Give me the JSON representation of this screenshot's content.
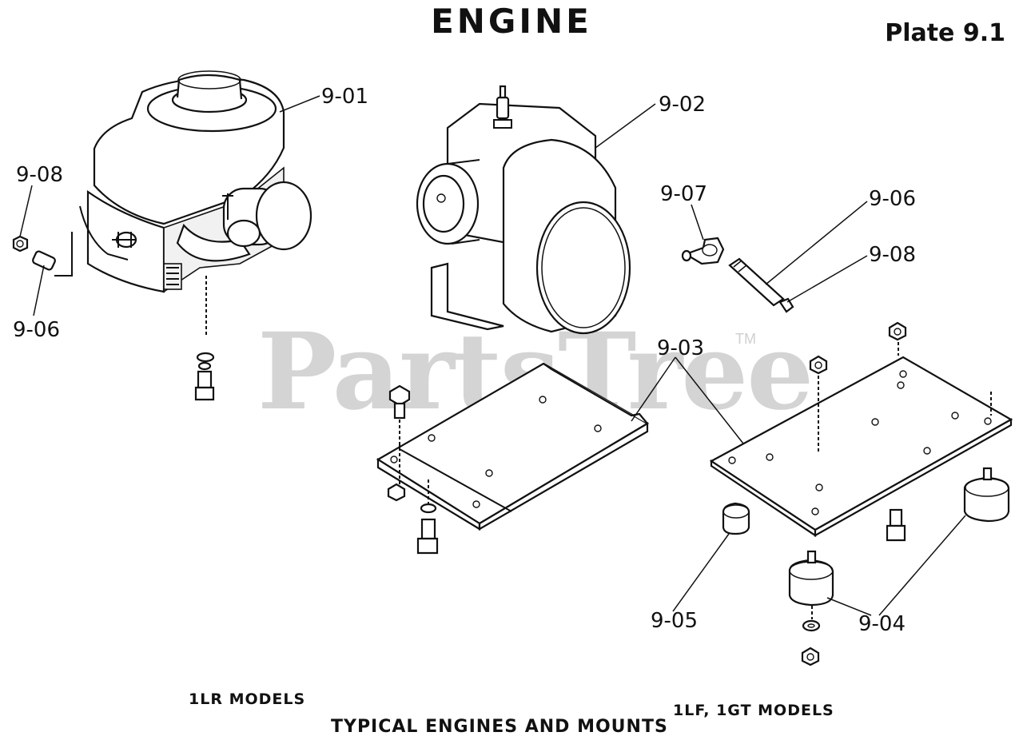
{
  "header": {
    "title": "ENGINE",
    "plate": "Plate 9.1"
  },
  "watermark": {
    "text": "PartsTree",
    "tm": "TM"
  },
  "callouts": {
    "c_9_01": "9-01",
    "c_9_02": "9-02",
    "c_9_03": "9-03",
    "c_9_04": "9-04",
    "c_9_05": "9-05",
    "c_9_06_left": "9-06",
    "c_9_06_right": "9-06",
    "c_9_07": "9-07",
    "c_9_08_left": "9-08",
    "c_9_08_right": "9-08"
  },
  "captions": {
    "left_models": "1LR MODELS",
    "right_models": "1LF, 1GT MODELS",
    "main": "TYPICAL ENGINES AND MOUNTS"
  }
}
